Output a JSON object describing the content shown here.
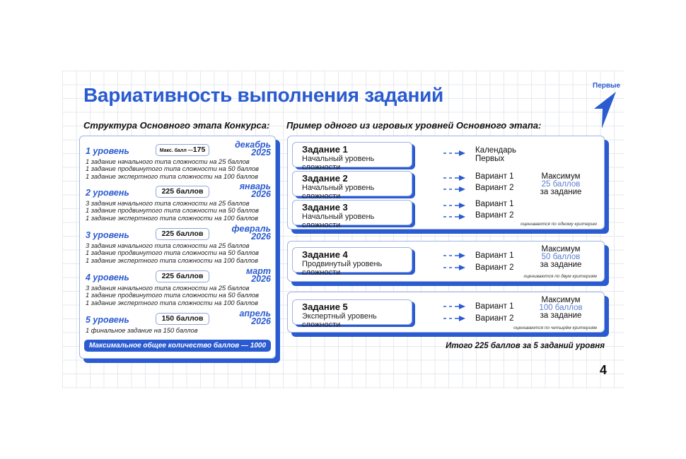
{
  "title": "Вариативность выполнения заданий",
  "logo": "Первые",
  "left_subtitle": "Структура Основного этапа Конкурса:",
  "right_subtitle": "Пример одного из игровых уровней Основного этапа:",
  "levels": [
    {
      "name": "1 уровень",
      "pill_prefix": "Макс. балл —",
      "pill": "175",
      "date": "декабрь",
      "year": "2025",
      "lines": [
        "1 задание начального типа сложности на 25 баллов",
        "1 задание продвинутого типа сложности на 50 баллов",
        "1 задание экспертного типа сложности на 100 баллов"
      ]
    },
    {
      "name": "2 уровень",
      "pill": "225 баллов",
      "date": "январь",
      "year": "2026",
      "lines": [
        "3 задания начального типа сложности на 25 баллов",
        "1 задание продвинутого типа сложности на 50 баллов",
        "1 задание экспертного типа сложности на 100 баллов"
      ]
    },
    {
      "name": "3 уровень",
      "pill": "225 баллов",
      "date": "февраль",
      "year": "2026",
      "lines": [
        "3 задания начального типа сложности на 25 баллов",
        "1 задание продвинутого типа сложности на 50 баллов",
        "1 задание экспертного типа сложности на 100 баллов"
      ]
    },
    {
      "name": "4 уровень",
      "pill": "225 баллов",
      "date": "март",
      "year": "2026",
      "lines": [
        "3 задания начального типа сложности на 25 баллов",
        "1 задание продвинутого типа сложности на 50 баллов",
        "1 задание экспертного типа сложности на 100 баллов"
      ]
    },
    {
      "name": "5 уровень",
      "pill": "150 баллов",
      "date": "апрель",
      "year": "2026",
      "lines": [
        "1 финальное задание на 150 баллов"
      ]
    }
  ],
  "total": "Максимальное общее количество баллов — 1000",
  "tasks": [
    {
      "title": "Задание 1",
      "level": "Начальный уровень сложности",
      "options": [
        "Календарь",
        "Первых"
      ]
    },
    {
      "title": "Задание 2",
      "level": "Начальный уровень сложности",
      "options": [
        "Вариант 1",
        "Вариант 2"
      ]
    },
    {
      "title": "Задание 3",
      "level": "Начальный уровень сложности",
      "options": [
        "Вариант 1",
        "Вариант 2"
      ]
    },
    {
      "title": "Задание 4",
      "level": "Продвинутый уровень сложности",
      "options": [
        "Вариант 1",
        "Вариант 2"
      ]
    },
    {
      "title": "Задание 5",
      "level": "Экспертный уровень сложности",
      "options": [
        "Вариант 1",
        "Вариант 2"
      ]
    }
  ],
  "maxes": [
    {
      "label": "Максимум",
      "points": "25 баллов",
      "suffix": "за задание",
      "note": "оцениваются по одному критерию"
    },
    {
      "label": "Максимум",
      "points": "50 баллов",
      "suffix": "за задание",
      "note": "оцениваются по двум критериям"
    },
    {
      "label": "Максимум",
      "points": "100 баллов",
      "suffix": "за задание",
      "note": "оцениваются по четырём критериям"
    }
  ],
  "summary": "Итого 225 баллов за 5 заданий уровня",
  "page_number": "4",
  "colors": {
    "accent": "#2a5bd0"
  }
}
